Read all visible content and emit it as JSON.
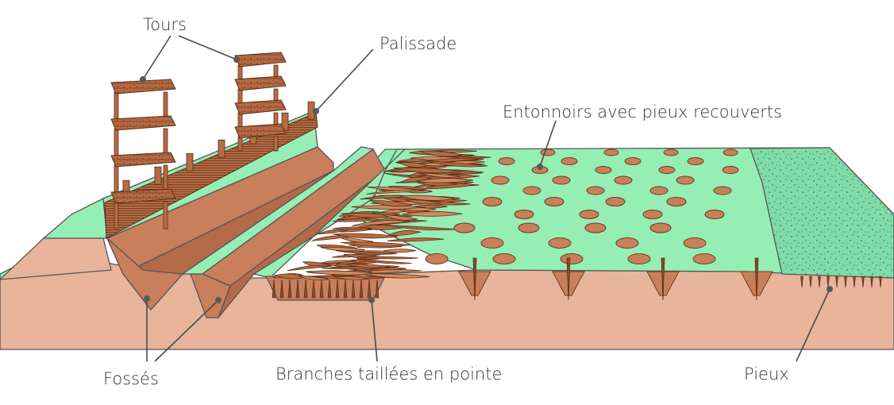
{
  "labels": {
    "tours": "Tours",
    "palissade": "Palissade",
    "entonnoirs": "Entonnoirs avec pieux recouverts",
    "fosses": "Fossés",
    "branches": "Branches taillées en pointe",
    "pieux": "Pieux"
  },
  "colors": {
    "grass": "#95efb4",
    "grass_dotted": "#7fdca8",
    "soil": "#e8b49a",
    "ditch": "#c97e5c",
    "ditch_dark": "#b46a49",
    "wood": "#b56b44",
    "wood_light": "#cf8a62",
    "pit": "#c9805a",
    "spike": "#8a4a2c"
  }
}
